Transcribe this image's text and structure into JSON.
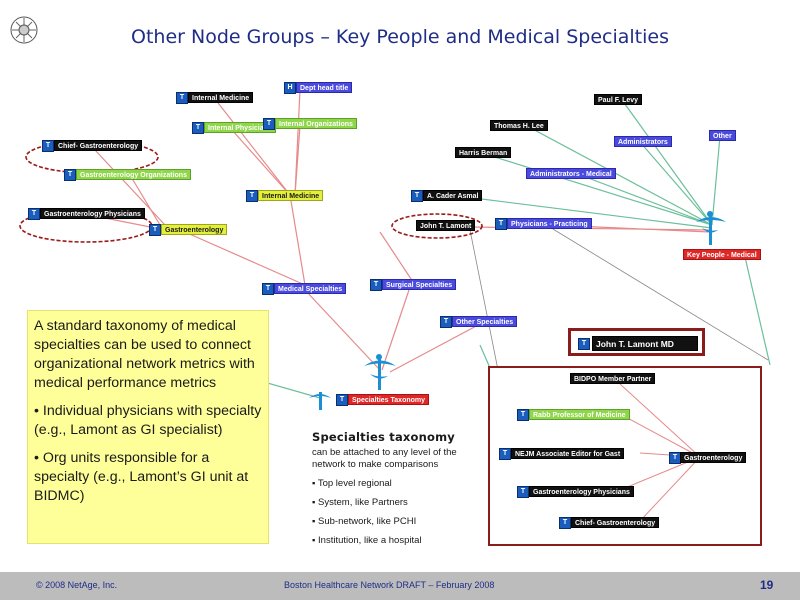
{
  "slide": {
    "title": "Other Node Groups – Key People and Medical Specialties",
    "footer_left": "© 2008 NetAge, Inc.",
    "footer_center": "Boston Healthcare Network DRAFT  –  February 2008",
    "page_number": "19"
  },
  "nodes": {
    "internal_medicine_top": "Internal Medicine",
    "dept_head_title": "Dept head title",
    "internal_physicians": "Internal Physicians",
    "internal_organizations": "Internal Organizations",
    "chief_gastro": "Chief- Gastroenterology",
    "gastro_orgs": "Gastroenterology Organizations",
    "internal_medicine_mid": "Internal Medicine",
    "gastro_physicians": "Gastroenterology Physicians",
    "gastroenterology": "Gastroenterology",
    "medical_specialties": "Medical Specialties",
    "surgical_specialties": "Surgical Specialties",
    "other_specialties": "Other Specialties",
    "specialties_taxonomy": "Specialties Taxonomy",
    "paul_levy": "Paul F. Levy",
    "thomas_lee": "Thomas H. Lee",
    "harris_berman": "Harris Berman",
    "administrators": "Administrators",
    "other": "Other",
    "admin_medical": "Administrators - Medical",
    "cader_asmal": "A. Cader Asmal",
    "john_lamont": "John T. Lamont",
    "physicians_practicing": "Physicians - Practicing",
    "key_people_medical": "Key People - Medical"
  },
  "callout": {
    "intro": "A standard taxonomy of medical specialties can be used to connect organizational network metrics with medical performance metrics",
    "bullet1": "• Individual physicians with specialty (e.g., Lamont as GI specialist)",
    "bullet2": "• Org units responsible for a specialty (e.g., Lamont’s GI unit at BIDMC)"
  },
  "specialties": {
    "heading": "Specialties taxonomy",
    "desc": "can be attached to any level of the network to make comparisons",
    "b1": "Top level regional",
    "b2": "System, like Partners",
    "b3": "Sub-network, like PCHI",
    "b4": "Institution, like a hospital"
  },
  "zoom": {
    "person": "John T. Lamont MD",
    "bidpo": "BIDPO Member Partner",
    "rabb": "Rabb Professor of Medicine",
    "nejm": "NEJM Associate Editor for Gast",
    "gastro": "Gastroenterology",
    "gi_physicians": "Gastroenterology Physicians",
    "chief": "Chief- Gastroenterology"
  },
  "colors": {
    "title": "#1f2d86",
    "edge_green": "#6bbf9a",
    "edge_red": "#e68a8a",
    "highlight": "#8a1c1c"
  }
}
